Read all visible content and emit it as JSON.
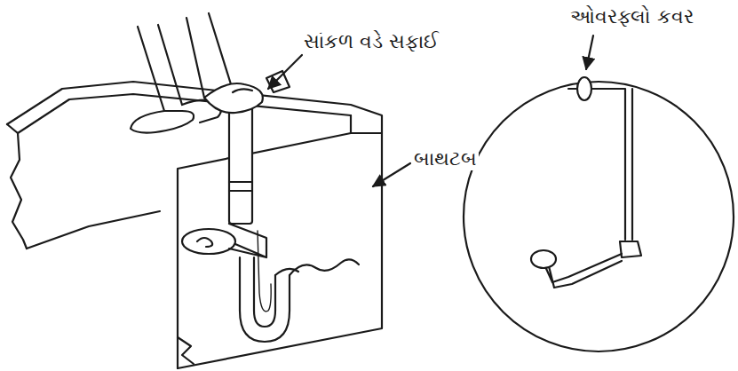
{
  "diagram": {
    "labels": [
      "ઓવરફ્લો કવર",
      "સાંકળ વડે સફાઈ",
      "બાથટબ"
    ]
  }
}
